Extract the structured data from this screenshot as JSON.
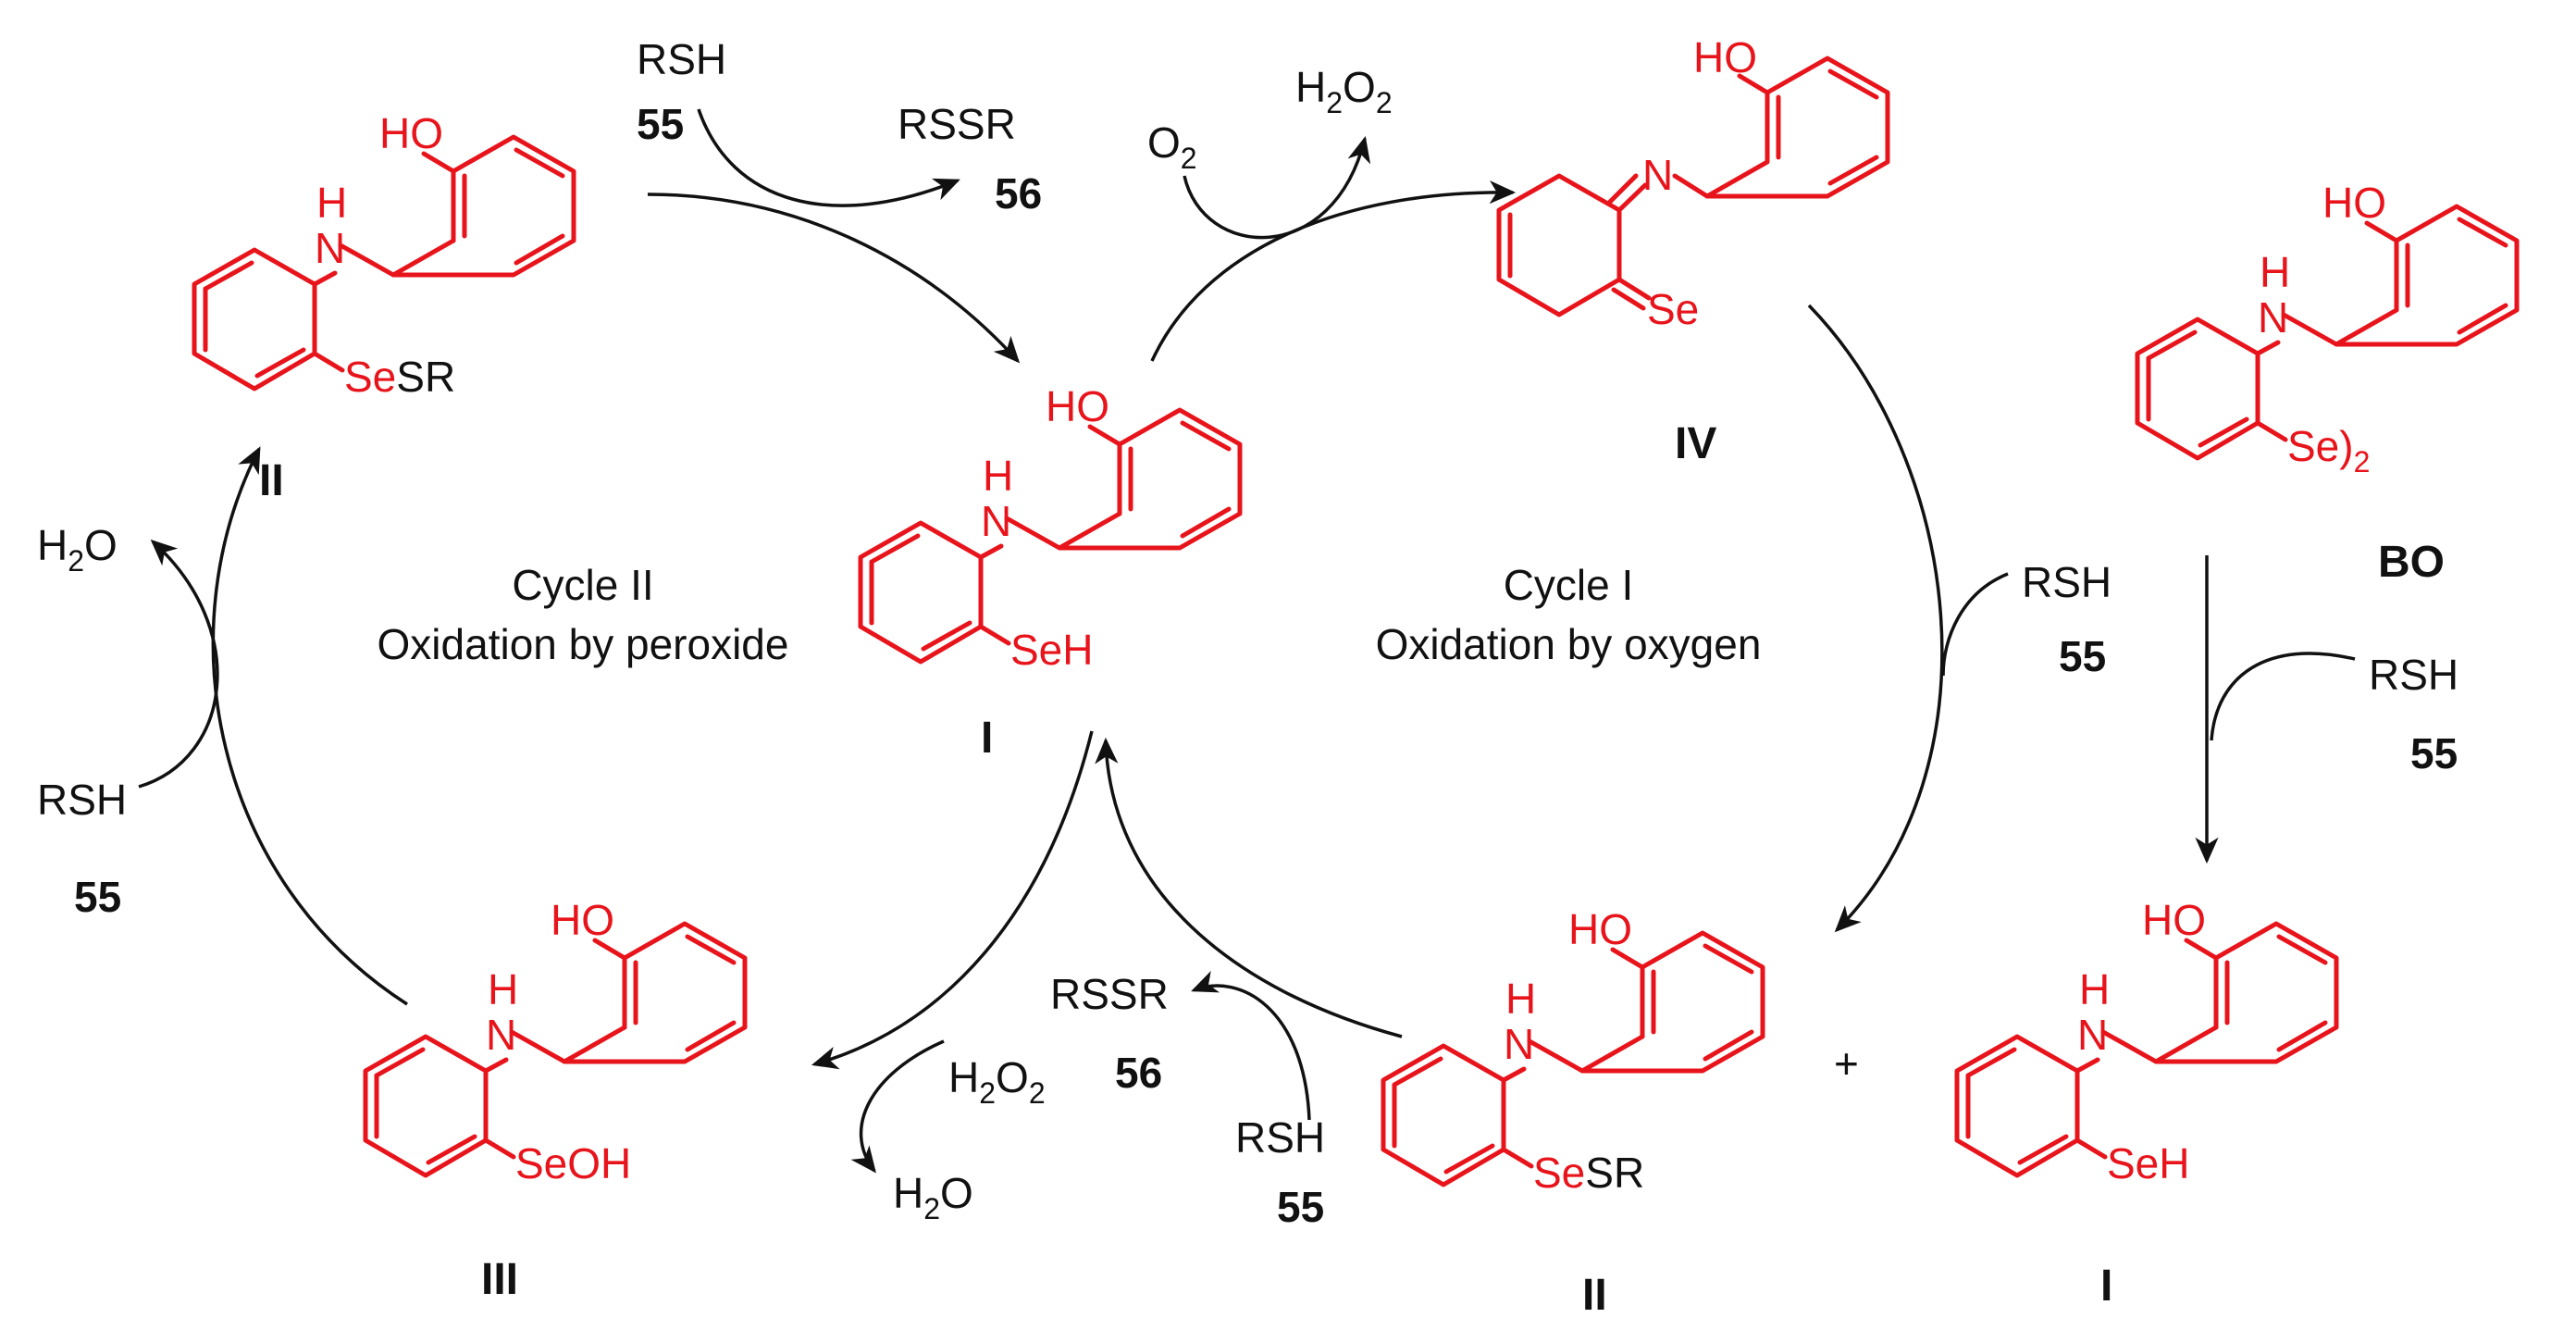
{
  "molecules": {
    "top_left": {
      "hydroxyl": "HO",
      "amine_h": "H",
      "amine_n": "N",
      "se": "Se",
      "suffix": "SR",
      "label": "II"
    },
    "center": {
      "hydroxyl": "HO",
      "amine_h": "H",
      "amine_n": "N",
      "se": "SeH",
      "label": "I"
    },
    "top_right": {
      "hydroxyl": "HO",
      "imine_n": "N",
      "se": "Se",
      "label": "IV"
    },
    "far_right": {
      "hydroxyl": "HO",
      "amine_h": "H",
      "amine_n": "N",
      "se": "Se)",
      "subscript": "2",
      "label": "BO"
    },
    "bottom_left": {
      "hydroxyl": "HO",
      "amine_h": "H",
      "amine_n": "N",
      "se": "SeOH",
      "label": "III"
    },
    "bottom_mid": {
      "hydroxyl": "HO",
      "amine_h": "H",
      "amine_n": "N",
      "se": "Se",
      "suffix": "SR",
      "label": "II"
    },
    "bottom_right": {
      "hydroxyl": "HO",
      "amine_h": "H",
      "amine_n": "N",
      "se": "SeH",
      "label": "I"
    }
  },
  "plus_sign": "+",
  "cycles": {
    "cycle2_title": "Cycle II",
    "cycle2_subtitle": "Oxidation by peroxide",
    "cycle1_title": "Cycle I",
    "cycle1_subtitle": "Oxidation by oxygen"
  },
  "reagents": {
    "top_rsh": "RSH",
    "top_rsh_num": "55",
    "top_rssr": "RSSR",
    "top_rssr_num": "56",
    "o2_base": "O",
    "o2_sub": "2",
    "h2o2_top_h": "H",
    "h2o2_top_sub1": "2",
    "h2o2_top_o": "O",
    "h2o2_top_sub2": "2",
    "left_h2o_h": "H",
    "left_h2o_sub": "2",
    "left_h2o_o": "O",
    "left_rsh": "RSH",
    "left_rsh_num": "55",
    "right_rsh": "RSH",
    "right_rsh_num": "55",
    "far_right_rsh": "RSH",
    "far_right_rsh_num": "55",
    "bottom_rssr": "RSSR",
    "bottom_rssr_num": "56",
    "bottom_h2o2_h": "H",
    "bottom_h2o2_sub1": "2",
    "bottom_h2o2_o": "O",
    "bottom_h2o2_sub2": "2",
    "bottom_h2o_h": "H",
    "bottom_h2o_sub": "2",
    "bottom_h2o_o": "O",
    "bottom_rsh": "RSH",
    "bottom_rsh_num": "55"
  },
  "colors": {
    "structure": "#e8141b",
    "text": "#111111"
  }
}
